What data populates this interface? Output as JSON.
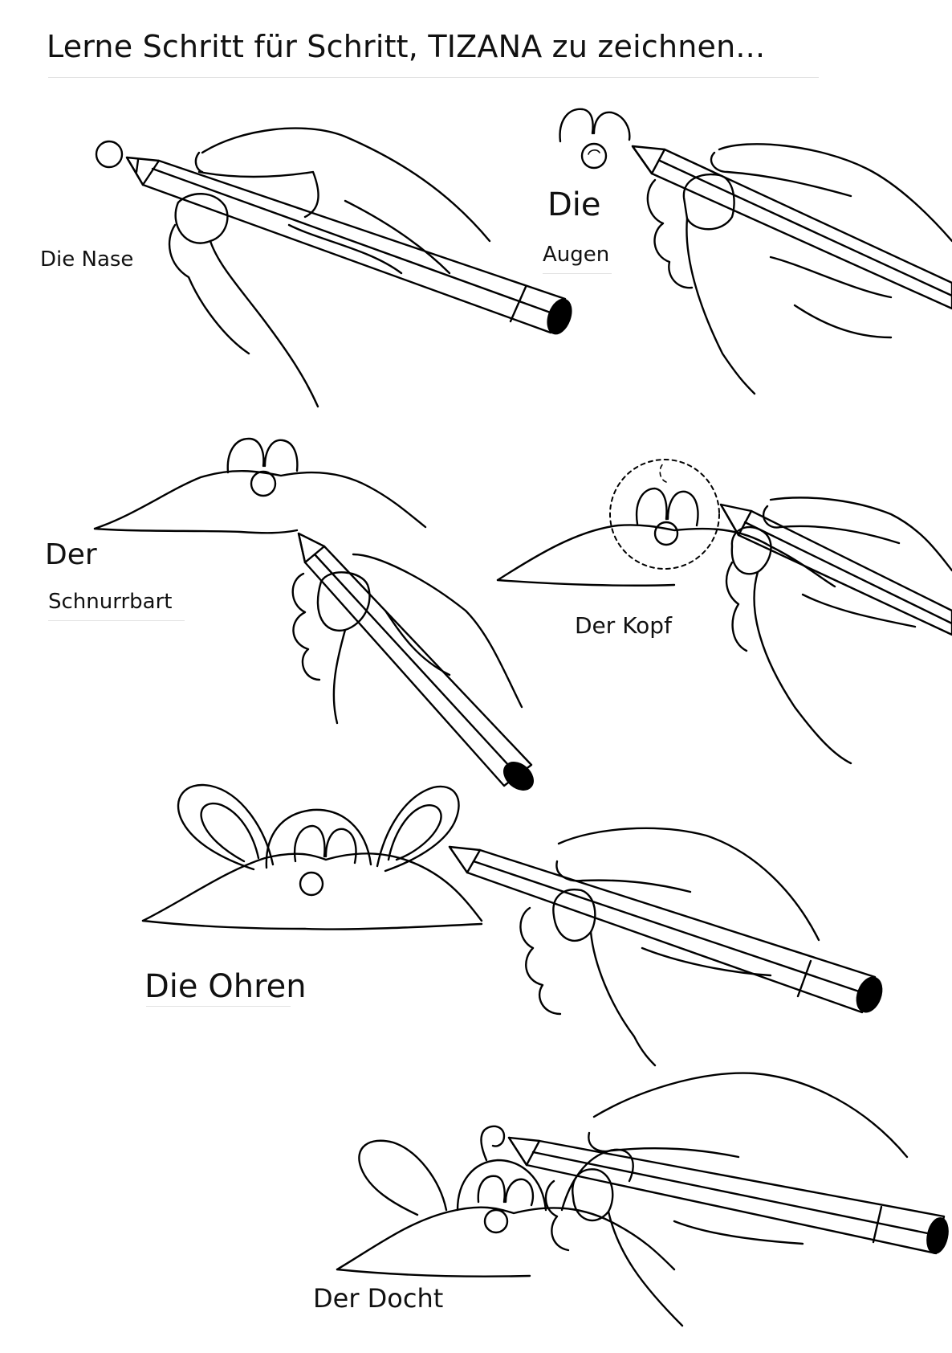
{
  "title": "Lerne Schritt für Schritt, TIZANA zu zeichnen...",
  "steps": {
    "nase": "Die Nase",
    "augen_line1": "Die",
    "augen_line2": "Augen",
    "schnurrbart_line1": "Der",
    "schnurrbart_line2": "Schnurrbart",
    "kopf": "Der Kopf",
    "ohren": "Die Ohren",
    "docht": "Der Docht"
  }
}
